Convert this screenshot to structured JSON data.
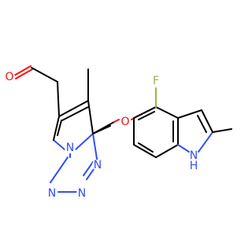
{
  "molecule": {
    "colors": {
      "carbon": "#000000",
      "oxygen": "#ff0d0d",
      "nitrogen": "#3050f8",
      "fluorine": "#8fb94b"
    },
    "labels": {
      "aldehyde_oxygen": "O",
      "ether_oxygen": "O",
      "fluorine": "F",
      "pyrrole_nitrogen": "N",
      "triazine_n1": "N",
      "triazine_n2": "N",
      "triazine_n3": "N",
      "indole_nh_n": "N",
      "indole_nh_h": "H"
    }
  }
}
